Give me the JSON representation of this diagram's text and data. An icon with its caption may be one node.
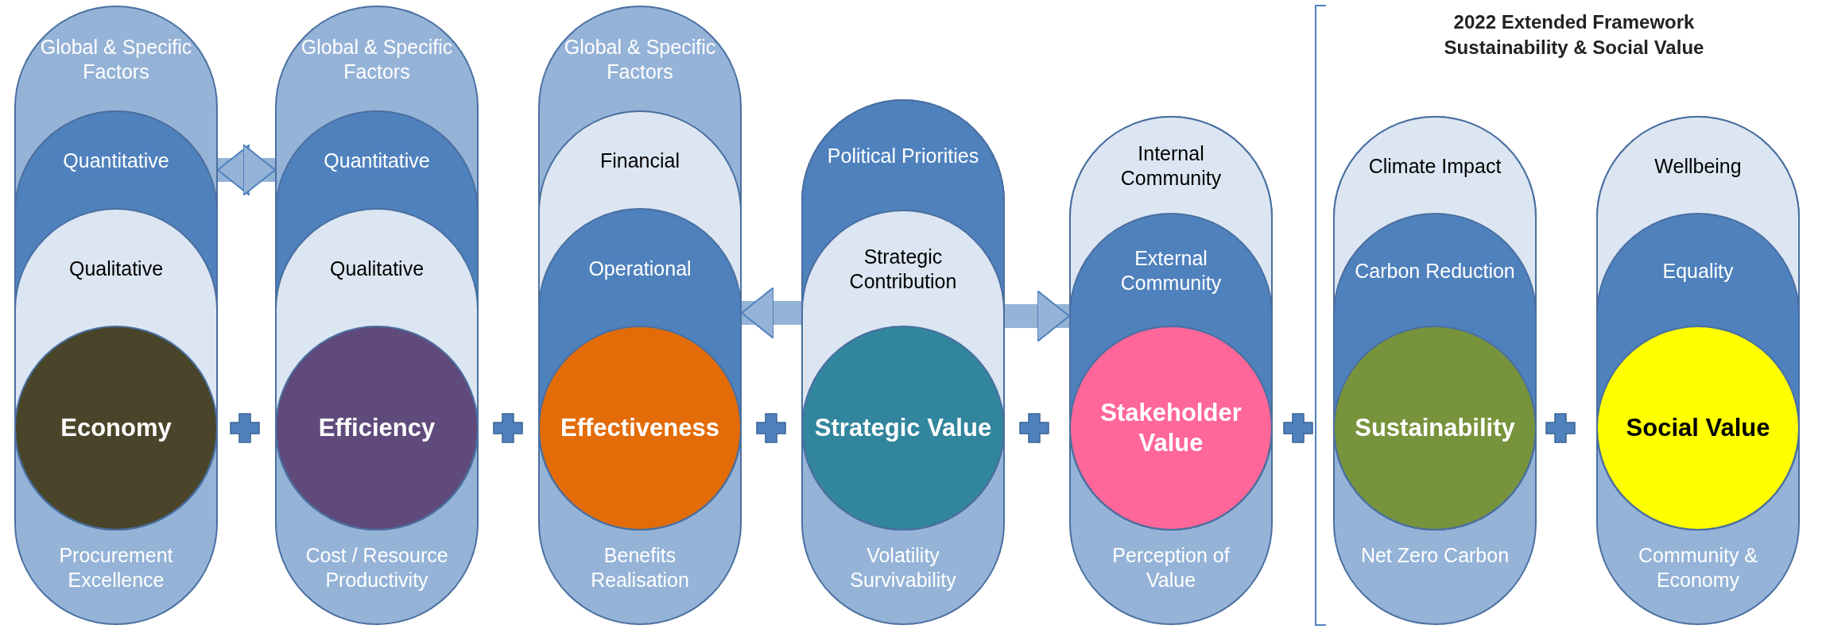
{
  "diagram": {
    "nodes": [
      {
        "text": [
          "Global & Specific Factors",
          "Procurement Excellence"
        ]
      },
      {
        "text": [
          "Quantitative"
        ],
        "in": 0
      },
      {
        "text": [
          "Qualitative"
        ],
        "in": 1
      },
      {
        "text": [
          "Economy"
        ],
        "in": 2
      },
      {
        "text": [
          "Global & Specific Factors",
          "Cost / Resource Productivity"
        ]
      },
      {
        "text": [
          "Quantitative"
        ],
        "in": 4
      },
      {
        "text": [
          "Qualitative"
        ],
        "in": 5
      },
      {
        "text": [
          "Efficiency"
        ],
        "in": 6
      },
      {
        "text": [
          "Global & Specific Factors",
          "Benefits Realisation"
        ]
      },
      {
        "text": [
          "Financial"
        ],
        "in": 8
      },
      {
        "text": [
          "Operational"
        ],
        "in": 9
      },
      {
        "text": [
          "Effectiveness"
        ],
        "in": 10
      },
      {
        "text": [
          "Volatility Survivability"
        ]
      },
      {
        "text": [
          "Political Priorities"
        ],
        "in": 12
      },
      {
        "text": [
          "Strategic Contribution"
        ],
        "in": 13
      },
      {
        "text": [
          "Strategic Value"
        ],
        "in": 14
      },
      {
        "text": [
          "Perception of Value"
        ]
      },
      {
        "text": [
          "Internal Community"
        ],
        "in": 16
      },
      {
        "text": [
          "External Community"
        ],
        "in": 17
      },
      {
        "text": [
          "Stakeholder Value"
        ],
        "in": 18
      },
      {
        "text": [
          "Net Zero Carbon"
        ]
      },
      {
        "text": [
          "Climate Impact"
        ],
        "in": 20
      },
      {
        "text": [
          "Carbon Reduction"
        ],
        "in": 21
      },
      {
        "text": [
          "Sustainability"
        ],
        "in": 22
      },
      {
        "text": [
          "Community & Economy"
        ]
      },
      {
        "text": [
          "Wellbeing"
        ],
        "in": 24
      },
      {
        "text": [
          "Equality"
        ],
        "in": 25
      },
      {
        "text": [
          "Social Value"
        ],
        "in": 26
      }
    ],
    "edges": [
      {
        "from": 1,
        "to": 5,
        "arrow": "both"
      },
      {
        "from": 14,
        "to": 10,
        "arrow": "to"
      },
      {
        "from": 14,
        "to": 18,
        "arrow": "to"
      }
    ],
    "labels": [
      "2022 Extended Framework Sustainability & Social Value"
    ]
  }
}
